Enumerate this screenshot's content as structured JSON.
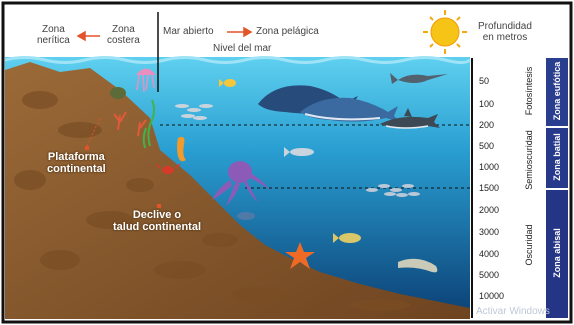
{
  "labels": {
    "zona_neritica": "Zona\nnerítica",
    "zona_costera": "Zona\ncostera",
    "mar_abierto": "Mar abierto",
    "zona_pelagica": "Zona pelágica",
    "nivel_del_mar": "Nivel del mar",
    "profundidad": "Profundidad\nen metros",
    "plataforma": "Plataforma\ncontinental",
    "declive": "Declive o\ntalud continental"
  },
  "depth_ticks": [
    "50",
    "100",
    "200",
    "500",
    "1000",
    "1500",
    "2000",
    "3000",
    "4000",
    "5000",
    "10000"
  ],
  "light_zones": {
    "fotosintesis": "Fotosíntesis",
    "semioscuridad": "Semioscuridad",
    "oscuridad": "Oscuridad"
  },
  "ocean_zones": {
    "eufotica": "Zona eufótica",
    "batial": "Zona batial",
    "abisal": "Zona abisal"
  },
  "watermark": "Activar Windows",
  "colors": {
    "sea_top": "#4cc3e6",
    "sea_bottom": "#0e4f86",
    "seabed": "#8a5a2e",
    "zone_band": "#2a3e8f",
    "arrow": "#e3542a",
    "sun": "#f6c417"
  },
  "icons": [
    "sun-icon",
    "whale-icon",
    "shark-icon",
    "swordfish-icon",
    "jellyfish-icon",
    "seahorse-icon",
    "octopus-icon",
    "starfish-icon",
    "crab-icon",
    "fish-icon",
    "coral-icon"
  ]
}
